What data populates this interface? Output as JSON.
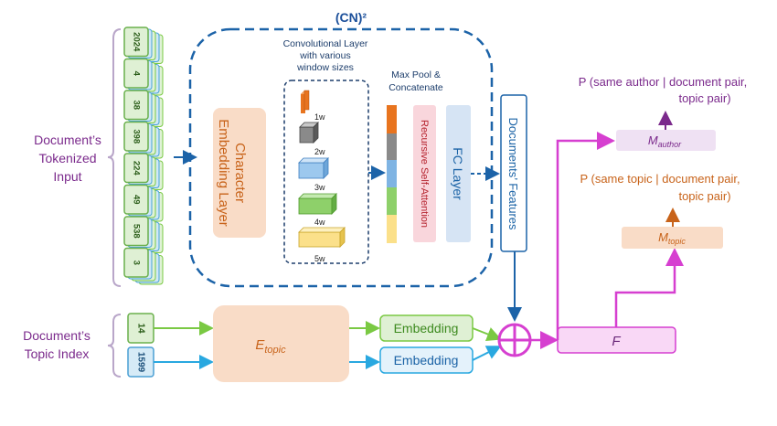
{
  "cn2_title": "(CN)²",
  "input_label": [
    "Document’s",
    "Tokenized",
    "Input"
  ],
  "topic_label": [
    "Document’s",
    "Topic Index"
  ],
  "tokens": [
    "2024",
    "4",
    "38",
    "398",
    "224",
    "49",
    "538",
    "3"
  ],
  "topic_tokens": [
    "14",
    "1599"
  ],
  "char_embed_label": [
    "Character",
    "Embedding Layer"
  ],
  "conv_title": [
    "Convolutional Layer",
    "with various",
    "window sizes"
  ],
  "window_labels": [
    "1w",
    "2w",
    "3w",
    "4w",
    "5w"
  ],
  "maxpool_label": [
    "Max Pool &",
    "Concatenate"
  ],
  "attention_label": "Recursive Self-Attention",
  "fc_label": "FC Layer",
  "features_label": "Documents’ Features",
  "e_topic_label": "E",
  "e_topic_sub": "topic",
  "embedding_labels": [
    "Embedding",
    "Embedding"
  ],
  "f_label": "F",
  "m_author_label": "M",
  "m_author_sub": "author",
  "m_topic_label": "M",
  "m_topic_sub": "topic",
  "author_output": [
    "P (same author | document pair,",
    "topic pair)"
  ],
  "topic_output": [
    "P (same topic | document pair,",
    "topic pair)"
  ],
  "colors": {
    "purple": "#7b2a8c",
    "orange": "#c8631a",
    "blue": "#1b63a6",
    "green_arrow": "#7ac943",
    "magenta": "#d63fd0",
    "dark_blue": "#1c4f8a"
  }
}
